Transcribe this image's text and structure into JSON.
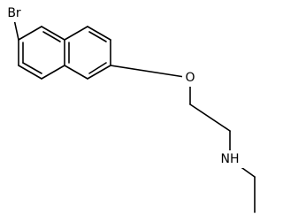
{
  "molecule": {
    "atom_labels": {
      "bromine": "Br",
      "oxygen": "O",
      "nitrogen": "NH"
    },
    "colors": {
      "bond": "#000000",
      "text": "#000000",
      "background": "#ffffff"
    }
  }
}
